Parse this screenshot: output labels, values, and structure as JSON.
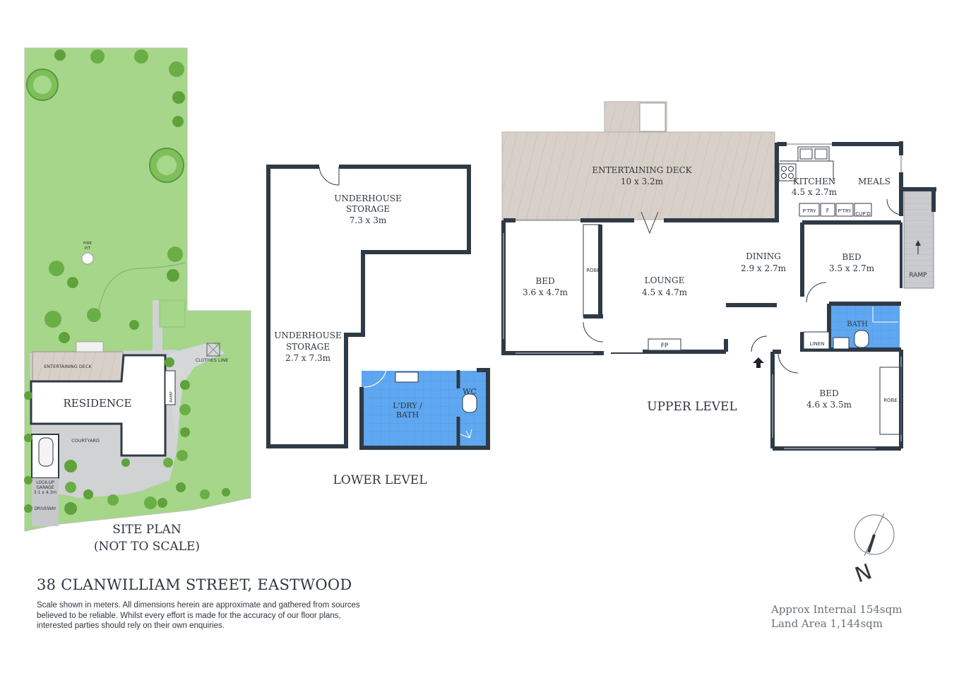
{
  "property": {
    "address": "38 CLANWILLIAM STREET, EASTWOOD",
    "disclaimer": "Scale shown in meters. All dimensions herein are approximate and gathered from sources believed to be reliable. Whilst every effort is made for the accuracy of our floor plans, interested parties should rely on their own enquiries.",
    "internal_area": "Approx Internal 154sqm",
    "land_area": "Land Area 1,144sqm"
  },
  "site_plan": {
    "title": "SITE PLAN",
    "subtitle": "(NOT TO SCALE)",
    "residence": "RESIDENCE",
    "entertaining_deck": "ENTERTAINING DECK",
    "courtyard": "COURTYARD",
    "garage_name": "LOCK-UP",
    "garage_word": "GARAGE",
    "garage_size": "3.1 x 4.3m",
    "driveway": "DRIVEWAY",
    "fire_pit_1": "FIRE",
    "fire_pit_2": "PIT",
    "clothes_line": "CLOTHES LINE",
    "ramp": "RAMP"
  },
  "lower_level": {
    "title": "LOWER LEVEL",
    "storage_top": {
      "line1": "UNDERHOUSE",
      "line2": "STORAGE",
      "size": "7.3 x 3m"
    },
    "storage_left": {
      "line1": "UNDERHOUSE",
      "line2": "STORAGE",
      "size": "2.7 x 7.3m"
    },
    "laundry": {
      "line1": "L'DRY /",
      "line2": "BATH"
    },
    "wc": "WC"
  },
  "upper_level": {
    "title": "UPPER LEVEL",
    "deck": {
      "name": "ENTERTAINING DECK",
      "size": "10 x 3.2m"
    },
    "kitchen": {
      "name": "KITCHEN",
      "size": "4.5 x 2.7m"
    },
    "meals": "MEALS",
    "pantry": "P'TRY",
    "fridge": "F",
    "cupboard": "CUP'D",
    "ramp": "RAMP",
    "bed1": {
      "name": "BED",
      "size": "3.6 x 4.7m"
    },
    "robe1": "ROBE",
    "lounge": {
      "name": "LOUNGE",
      "size": "4.5 x 4.7m"
    },
    "dining": {
      "name": "DINING",
      "size": "2.9 x 2.7m"
    },
    "bed2": {
      "name": "BED",
      "size": "3.5 x 2.7m"
    },
    "bath": "BATH",
    "linen": "LINEN",
    "fp": "FP",
    "bed3": {
      "name": "BED",
      "size": "4.6 x 3.5m"
    },
    "robe3": "ROBE"
  },
  "compass": {
    "label": "N"
  },
  "colors": {
    "wall": "#2f3a46",
    "lawn": "#a6d68a",
    "deck": "#d8d0c8",
    "paving": "#d0d2d4",
    "wet_area": "#5fa7f0",
    "ramp": "#c9cbce"
  }
}
